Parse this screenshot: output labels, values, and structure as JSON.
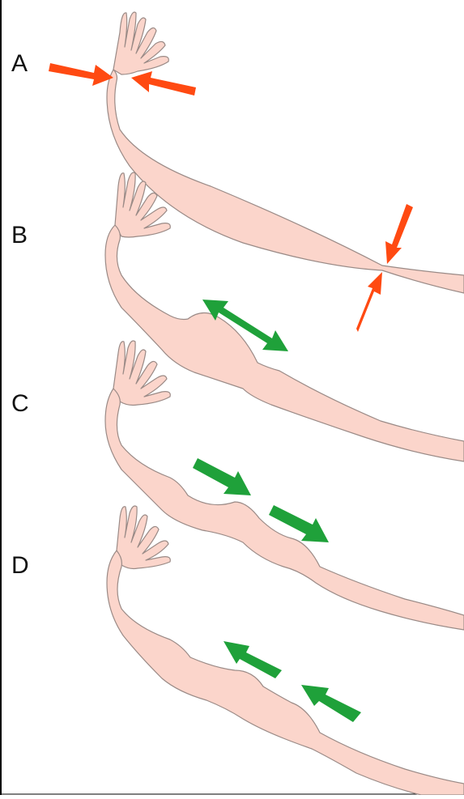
{
  "labels": {
    "a": "A",
    "b": "B",
    "c": "C",
    "d": "D"
  },
  "colors": {
    "tube_fill": "#fbd5cb",
    "tube_stroke": "#9a8a86",
    "contraction_arrow": "#ff4a12",
    "movement_arrow": "#1fa13a",
    "frame": "#000000"
  }
}
